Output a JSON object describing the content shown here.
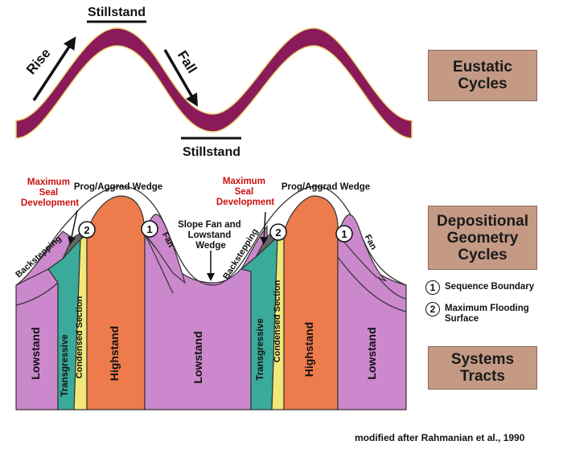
{
  "eustatic": {
    "stillstand_top": "Stillstand",
    "stillstand_bottom": "Stillstand",
    "rise": "Rise",
    "fall": "Fall"
  },
  "labels": {
    "max_seal_1": "Maximum\nSeal\nDevelopment",
    "max_seal_2": "Maximum\nSeal\nDevelopment",
    "prog_wedge_1": "Prog/Aggrad Wedge",
    "prog_wedge_2": "Prog/Aggrad Wedge",
    "slope_fan": "Slope Fan and\nLowstand\nWedge",
    "fan_1": "Fan",
    "fan_2": "Fan",
    "backstepping_1": "Backstepping",
    "backstepping_2": "Backstepping",
    "marker_1": "1",
    "marker_2": "2"
  },
  "tracts": {
    "lowstand": "Lowstand",
    "transgressive": "Transgressive",
    "condensed": "Condensed Section",
    "highstand": "Highstand"
  },
  "boxes": {
    "eustatic": "Eustatic\nCycles",
    "depositional": "Depositional\nGeometry\nCycles",
    "systems": "Systems\nTracts"
  },
  "legend": {
    "item1_num": "1",
    "item1_text": "Sequence Boundary",
    "item2_num": "2",
    "item2_text": "Maximum Flooding\nSurface"
  },
  "credit": "modified after Rahmanian et al., 1990",
  "colors": {
    "lowstand": "#cc88cc",
    "transgressive": "#3aaa9a",
    "condensed": "#f0e878",
    "highstand": "#ee7b4c",
    "backstepping": "#666666",
    "wave": "#8b1a5a",
    "wave_edge": "#e8d070",
    "seal_text": "#cc1010",
    "box_fill": "#c49a85"
  }
}
